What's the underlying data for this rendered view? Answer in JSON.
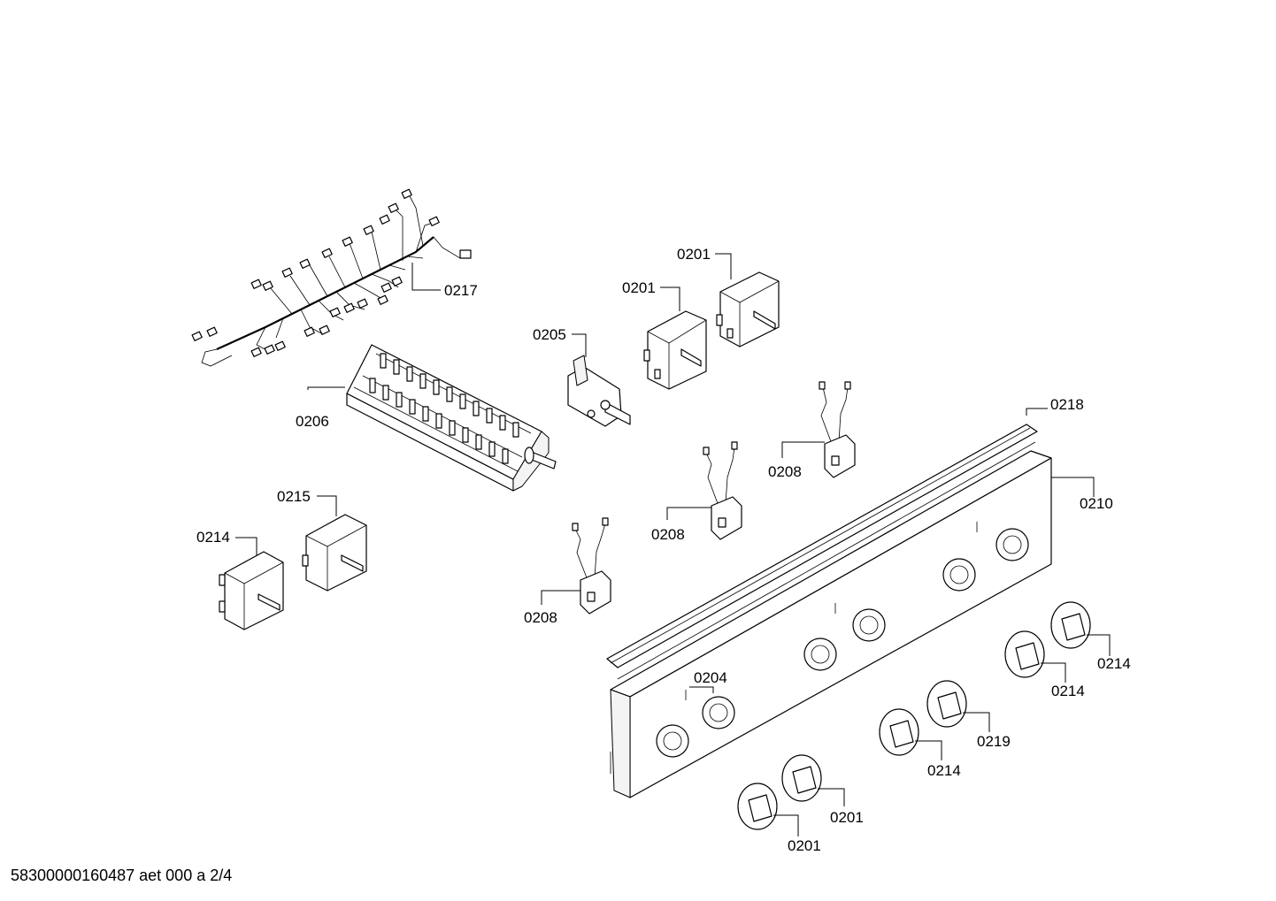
{
  "callouts": [
    {
      "id": "c0217",
      "text": "0217"
    },
    {
      "id": "c0201a",
      "text": "0201"
    },
    {
      "id": "c0201b",
      "text": "0201"
    },
    {
      "id": "c0205",
      "text": "0205"
    },
    {
      "id": "c0206",
      "text": "0206"
    },
    {
      "id": "c0218",
      "text": "0218"
    },
    {
      "id": "c0210",
      "text": "0210"
    },
    {
      "id": "c0208a",
      "text": "0208"
    },
    {
      "id": "c0208b",
      "text": "0208"
    },
    {
      "id": "c0208c",
      "text": "0208"
    },
    {
      "id": "c0201c",
      "text": "0201"
    },
    {
      "id": "c0201d",
      "text": "0201"
    },
    {
      "id": "c0204",
      "text": "0204"
    },
    {
      "id": "c0214a",
      "text": "0214"
    },
    {
      "id": "c0214b",
      "text": "0214"
    },
    {
      "id": "c0219",
      "text": "0219"
    },
    {
      "id": "c0215",
      "text": "0215"
    },
    {
      "id": "c0214c",
      "text": "0214"
    },
    {
      "id": "c0214d",
      "text": "0214"
    }
  ],
  "footer": {
    "text": "58300000160487 aet 000 a 2/4"
  }
}
